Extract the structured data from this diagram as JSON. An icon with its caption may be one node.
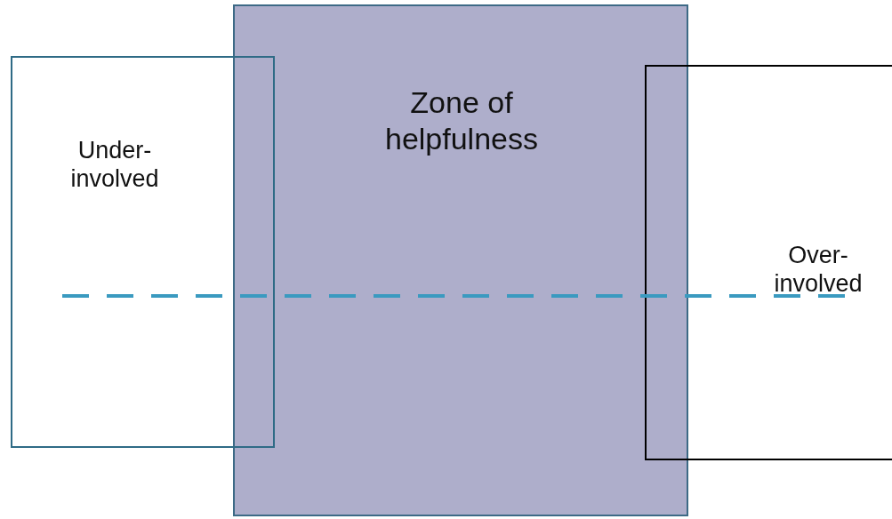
{
  "diagram": {
    "nodes": [
      {
        "text": [
          "Under-involved"
        ]
      },
      {
        "text": [
          "Zone of helpfulness"
        ]
      },
      {
        "text": [
          "Over-involved"
        ]
      }
    ]
  }
}
